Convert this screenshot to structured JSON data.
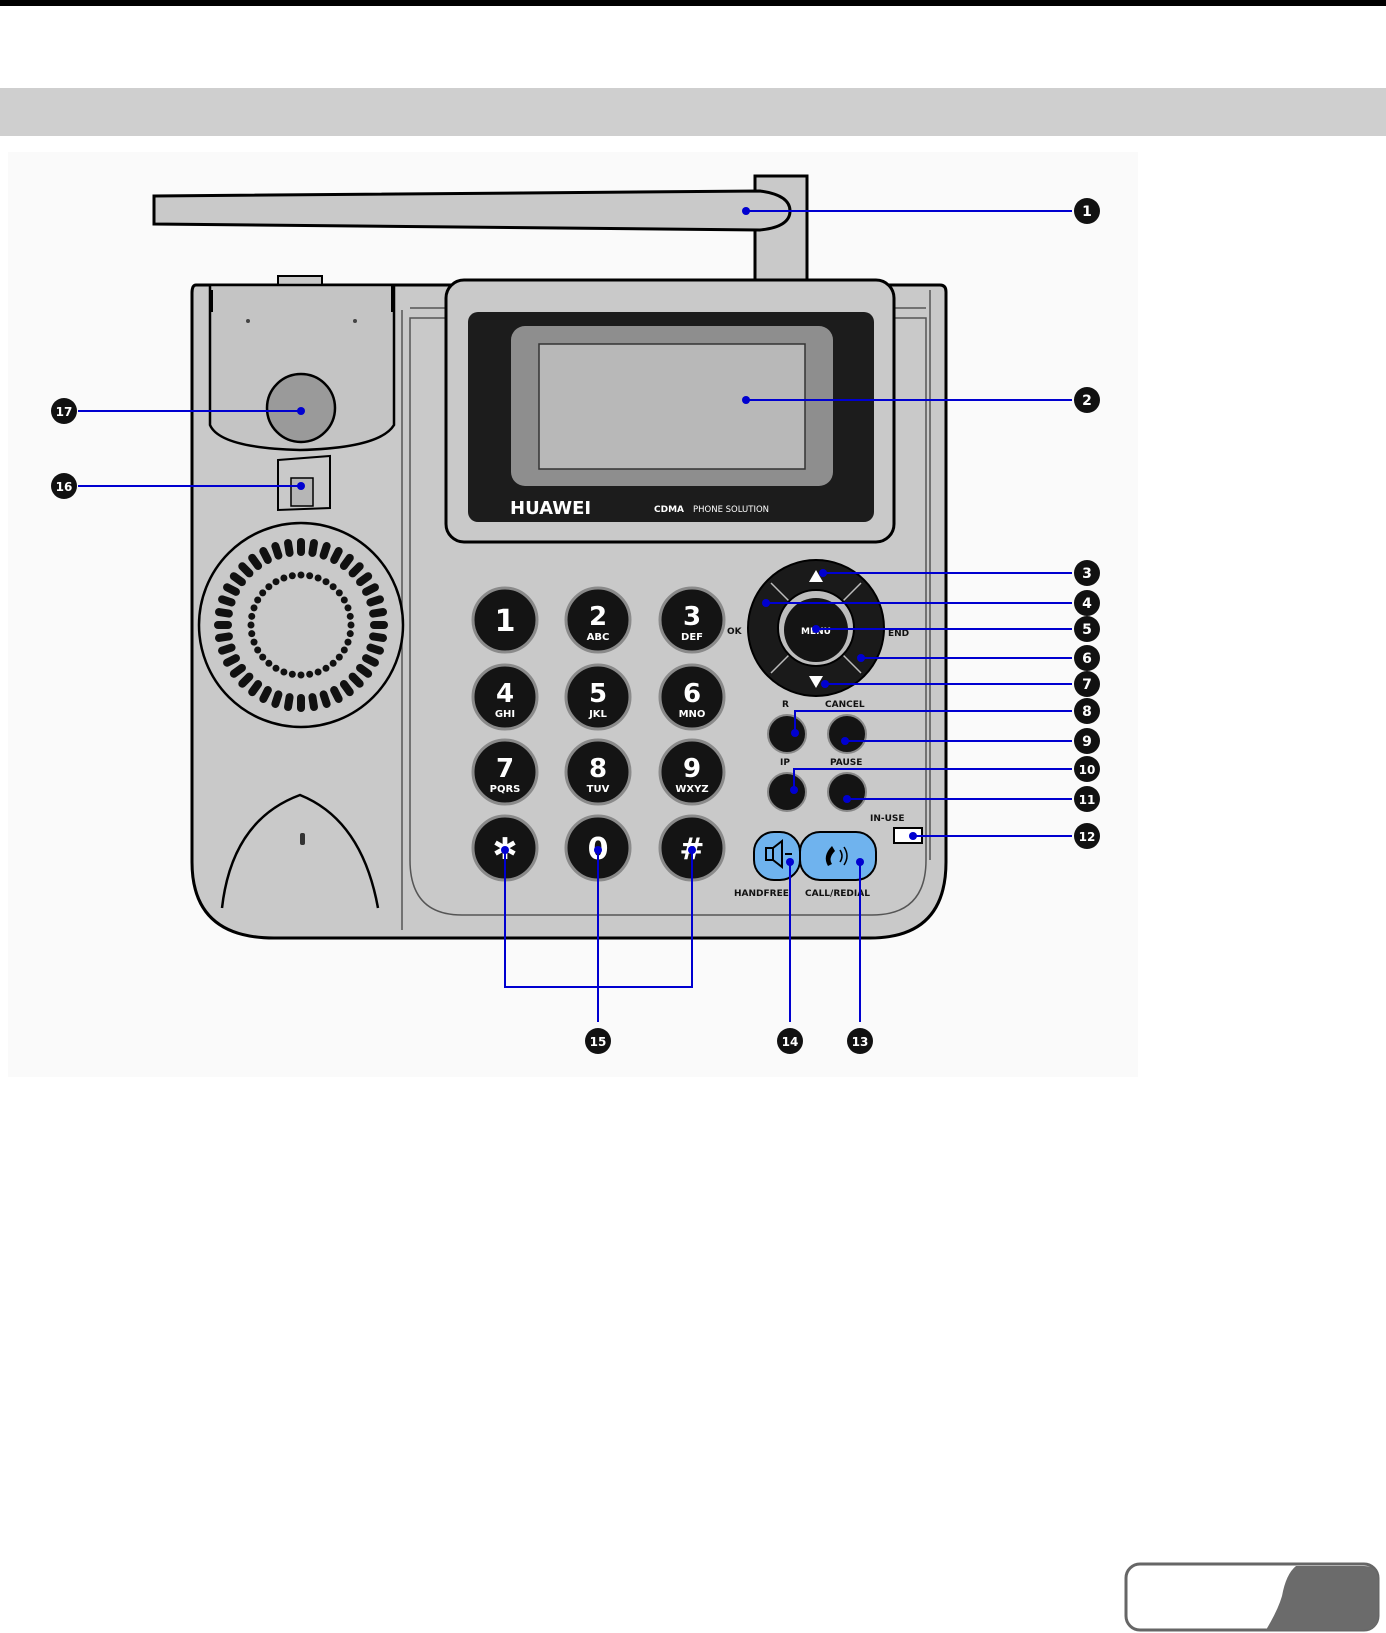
{
  "phone": {
    "brand": "HUAWEI",
    "tagline_cdma": "CDMA",
    "tagline_rest": "PHONE SOLUTION"
  },
  "keypad": [
    {
      "digit": "1",
      "letters": ""
    },
    {
      "digit": "2",
      "letters": "ABC"
    },
    {
      "digit": "3",
      "letters": "DEF"
    },
    {
      "digit": "4",
      "letters": "GHI"
    },
    {
      "digit": "5",
      "letters": "JKL"
    },
    {
      "digit": "6",
      "letters": "MNO"
    },
    {
      "digit": "7",
      "letters": "PQRS"
    },
    {
      "digit": "8",
      "letters": "TUV"
    },
    {
      "digit": "9",
      "letters": "WXYZ"
    },
    {
      "digit": "✱",
      "letters": ""
    },
    {
      "digit": "0",
      "letters": ""
    },
    {
      "digit": "#",
      "letters": ""
    }
  ],
  "labels": {
    "ok": "OK",
    "menu": "MENU",
    "end": "END",
    "r": "R",
    "cancel": "CANCEL",
    "ip": "IP",
    "pause": "PAUSE",
    "in_use": "IN-USE",
    "handfree": "HANDFREE",
    "call_redial": "CALL/REDIAL"
  },
  "callouts": [
    "1",
    "2",
    "3",
    "4",
    "5",
    "6",
    "7",
    "8",
    "9",
    "10",
    "11",
    "12",
    "13",
    "14",
    "15",
    "16",
    "17"
  ],
  "colors": {
    "body": "#c9c9c9",
    "key": "#141414",
    "callout_line": "#0000d0",
    "handfree_key": "#6fb3ee",
    "section_bar": "#cfcfcf"
  }
}
